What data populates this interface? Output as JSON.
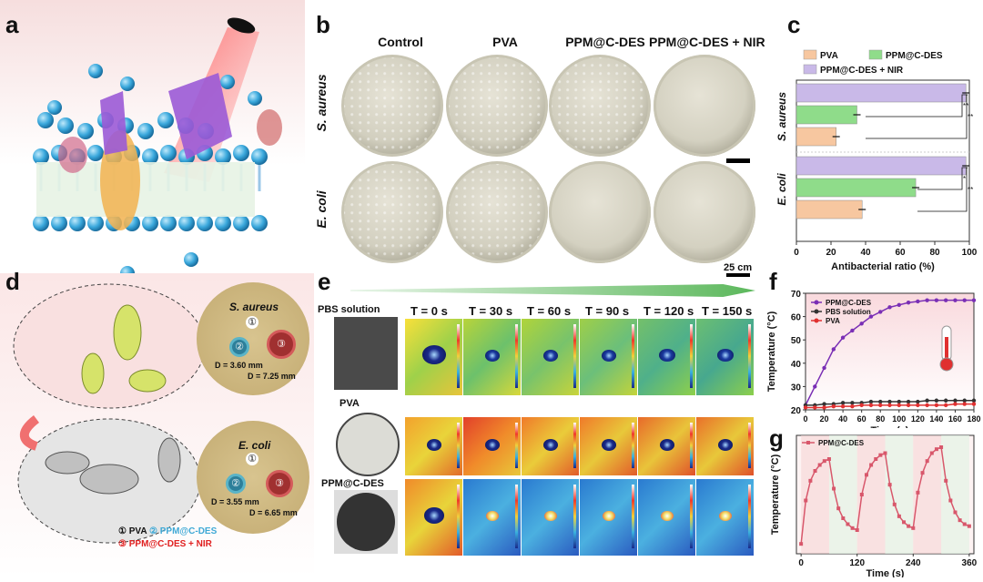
{
  "panels": {
    "a": "a",
    "b": "b",
    "c": "c",
    "d": "d",
    "e": "e",
    "f": "f",
    "g": "g"
  },
  "panel_b": {
    "columns": [
      "Control",
      "PVA",
      "PPM@C-DES",
      "PPM@C-DES + NIR"
    ],
    "rows": [
      "S. aureus",
      "E. coli"
    ],
    "scale_bar": "25 cm"
  },
  "panel_d": {
    "plate_top_title": "S. aureus",
    "plate_bottom_title": "E. coli",
    "markers": [
      "①",
      "②",
      "③"
    ],
    "top_d2": "D = 3.60 mm",
    "top_d3": "D = 7.25 mm",
    "bottom_d2": "D = 3.55 mm",
    "bottom_d3": "D = 6.65 mm",
    "legend_1": "① PVA",
    "legend_2": "② PPM@C-DES",
    "legend_3": "③ PPM@C-DES + NIR",
    "colors": {
      "legend_2": "#3fa9d6",
      "legend_3": "#e02020"
    }
  },
  "panel_e": {
    "times": [
      "T = 0 s",
      "T = 30 s",
      "T = 60 s",
      "T = 90 s",
      "T = 120 s",
      "T = 150 s"
    ],
    "samples": [
      "PBS solution",
      "PVA",
      "PPM@C-DES"
    ]
  },
  "chart_data": [
    {
      "panel": "c",
      "type": "bar",
      "orientation": "horizontal",
      "categories": [
        "S. aureus",
        "E. coli"
      ],
      "series": [
        {
          "name": "PVA",
          "values": [
            23,
            38
          ],
          "color": "#f7c7a0"
        },
        {
          "name": "PPM@C-DES",
          "values": [
            35,
            69
          ],
          "color": "#8fdc8a"
        },
        {
          "name": "PPM@C-DES + NIR",
          "values": [
            98,
            98
          ],
          "color": "#c9b9e8"
        }
      ],
      "xlabel": "Antibacterial ratio (%)",
      "xlim": [
        0,
        100
      ],
      "xticks": [
        "0",
        "20",
        "40",
        "60",
        "80",
        "100"
      ],
      "significance": [
        "**",
        "**",
        "*",
        "**"
      ]
    },
    {
      "panel": "f",
      "type": "line",
      "x": [
        0,
        10,
        20,
        30,
        40,
        50,
        60,
        70,
        80,
        90,
        100,
        110,
        120,
        130,
        140,
        150,
        160,
        170,
        180
      ],
      "series": [
        {
          "name": "PPM@C-DES",
          "values": [
            22,
            30,
            38,
            46,
            51,
            54,
            57,
            60,
            62,
            64,
            65,
            66,
            66.5,
            67,
            67,
            67,
            67,
            67,
            67
          ],
          "color": "#7a2fb5"
        },
        {
          "name": "PBS solution",
          "values": [
            22,
            22,
            22.5,
            22.5,
            23,
            23,
            23,
            23.5,
            23.5,
            23.5,
            23.5,
            23.5,
            23.5,
            24,
            24,
            24,
            24,
            24,
            24
          ],
          "color": "#333333"
        },
        {
          "name": "PVA",
          "values": [
            21,
            21,
            21,
            21.5,
            21.5,
            21.5,
            22,
            22,
            22,
            22,
            22,
            22,
            22,
            22,
            22,
            22,
            22.5,
            22.5,
            22.5
          ],
          "color": "#e03030"
        }
      ],
      "xlabel": "Time (s)",
      "ylabel": "Temperature (°C)",
      "xlim": [
        0,
        180
      ],
      "ylim": [
        20,
        70
      ],
      "xticks": [
        "0",
        "20",
        "40",
        "60",
        "80",
        "100",
        "120",
        "140",
        "160",
        "180"
      ],
      "yticks": [
        "20",
        "30",
        "40",
        "50",
        "60",
        "70"
      ]
    },
    {
      "panel": "g",
      "type": "line",
      "x": [
        0,
        10,
        20,
        30,
        40,
        50,
        60,
        70,
        80,
        90,
        100,
        110,
        120,
        130,
        140,
        150,
        160,
        170,
        180,
        190,
        200,
        210,
        220,
        230,
        240,
        250,
        260,
        270,
        280,
        290,
        300,
        310,
        320,
        330,
        340,
        350,
        360
      ],
      "series": [
        {
          "name": "PPM@C-DES",
          "values": [
            20,
            42,
            52,
            57,
            60,
            62,
            63,
            48,
            38,
            33,
            30,
            28,
            27,
            45,
            55,
            60,
            63,
            65,
            66,
            50,
            40,
            34,
            31,
            29,
            28,
            46,
            56,
            62,
            66,
            68,
            69,
            52,
            42,
            36,
            32,
            30,
            29
          ],
          "color": "#d8576b"
        }
      ],
      "xlabel": "Time (s)",
      "ylabel": "Temperature (°C)",
      "xlim": [
        -10,
        370
      ],
      "ylim": [
        15,
        75
      ],
      "xticks": [
        "0",
        "120",
        "240",
        "360"
      ]
    }
  ]
}
